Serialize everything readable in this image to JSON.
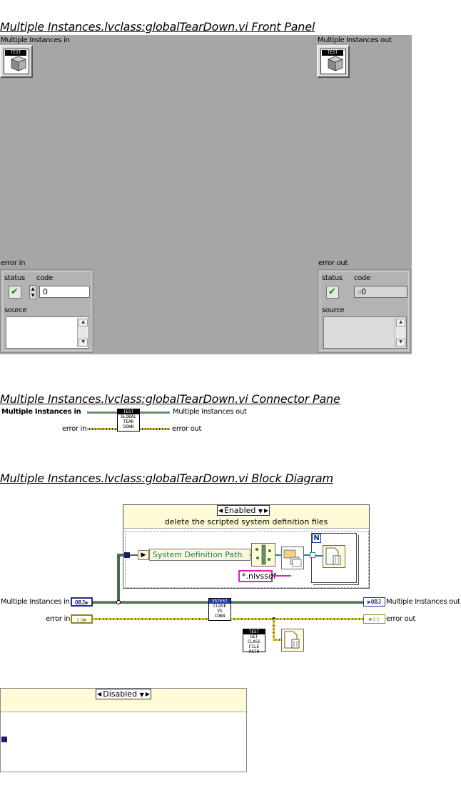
{
  "sections": {
    "front_panel_title": "Multiple Instances.lvclass:globalTearDown.vi Front Panel",
    "connector_pane_title": "Multiple Instances.lvclass:globalTearDown.vi Connector Pane",
    "block_diagram_title": "Multiple Instances.lvclass:globalTearDown.vi Block Diagram"
  },
  "front_panel": {
    "mi_in_label": "Multiple Instances in",
    "mi_out_label": "Multiple Instances out",
    "class_icon_tag": "TEST",
    "error_in": {
      "label": "error in",
      "status_label": "status",
      "code_label": "code",
      "code_value": "0",
      "source_label": "source"
    },
    "error_out": {
      "label": "error out",
      "status_label": "status",
      "code_label": "code",
      "code_value": "0",
      "source_label": "source"
    }
  },
  "connector_pane": {
    "mi_in": "Multiple Instances in",
    "mi_out": "Multiple Instances out",
    "error_in": "error in",
    "error_out": "error out",
    "icon_lines": [
      "TEST",
      "GLOBAL",
      "TEAR",
      "DOWN"
    ]
  },
  "block_diagram": {
    "enabled_selector": "Enabled",
    "disabled_selector": "Disabled",
    "comment": "delete the scripted system definition files",
    "property_node": "System Definition Path",
    "extension_const": "*.nivssdf",
    "for_loop_label": "N",
    "mi_in_label": "Multiple Instances in",
    "mi_out_label": "Multiple Instances out",
    "error_in_label": "error in",
    "error_out_label": "error out",
    "obj_terminal": "OBJ",
    "close_vs_conn": [
      "VSTEST",
      "CLOSE",
      "VS",
      "CONN"
    ],
    "get_class_file_path": [
      "TEST",
      "GET",
      "CLASS",
      "FILE",
      "PATH"
    ]
  },
  "colors": {
    "panel_bg": "#a6a6a6",
    "class_wire": "#4d6a4d",
    "error_wire": "#bdb842",
    "string_const_border": "#e020c0",
    "property_text": "#0a7a7a",
    "diagram_disable_bg": "#fff8d8"
  }
}
